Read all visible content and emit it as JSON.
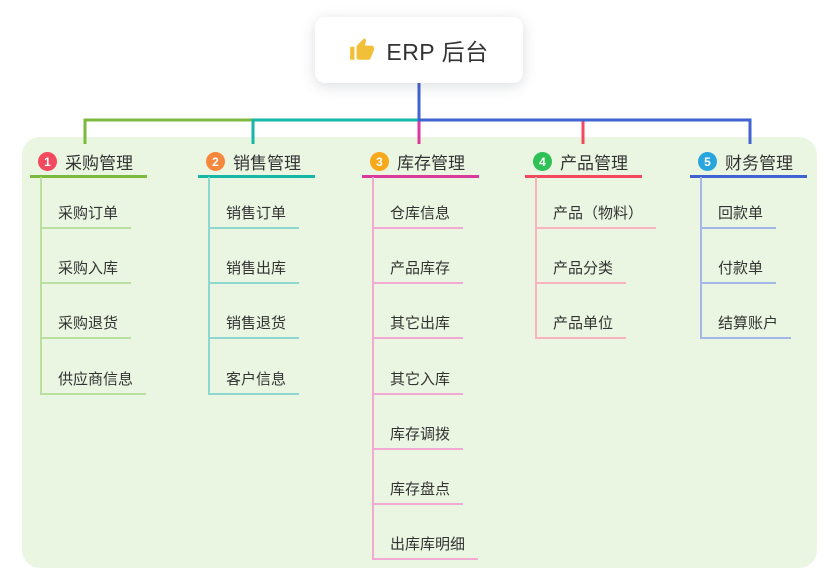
{
  "root": {
    "title": "ERP 后台",
    "icon": "thumbs-up"
  },
  "colors": {
    "panel_bg": "#eaf6e2",
    "text": "#333333",
    "root_card_bg": "#ffffff",
    "thumb_icon": "#f2c038"
  },
  "branches": [
    {
      "badge": "1",
      "label": "采购管理",
      "badge_color": "#f2495f",
      "line_color": "#7cba3e",
      "light_color": "#b9e0a0",
      "children": [
        "采购订单",
        "采购入库",
        "采购退货",
        "供应商信息"
      ]
    },
    {
      "badge": "2",
      "label": "销售管理",
      "badge_color": "#f8873e",
      "line_color": "#16b7a6",
      "light_color": "#8ed9cf",
      "children": [
        "销售订单",
        "销售出库",
        "销售退货",
        "客户信息"
      ]
    },
    {
      "badge": "3",
      "label": "库存管理",
      "badge_color": "#f7a81b",
      "line_color": "#da3a9c",
      "light_color": "#f2a9d3",
      "children": [
        "仓库信息",
        "产品库存",
        "其它出库",
        "其它入库",
        "库存调拨",
        "库存盘点",
        "出库库明细"
      ]
    },
    {
      "badge": "4",
      "label": "产品管理",
      "badge_color": "#2ec155",
      "line_color": "#f4485e",
      "light_color": "#f8b3bc",
      "children": [
        "产品（物料）",
        "产品分类",
        "产品单位"
      ]
    },
    {
      "badge": "5",
      "label": "财务管理",
      "badge_color": "#29a5dd",
      "line_color": "#4162d1",
      "light_color": "#a3b8e8",
      "children": [
        "回款单",
        "付款单",
        "结算账户"
      ]
    }
  ]
}
